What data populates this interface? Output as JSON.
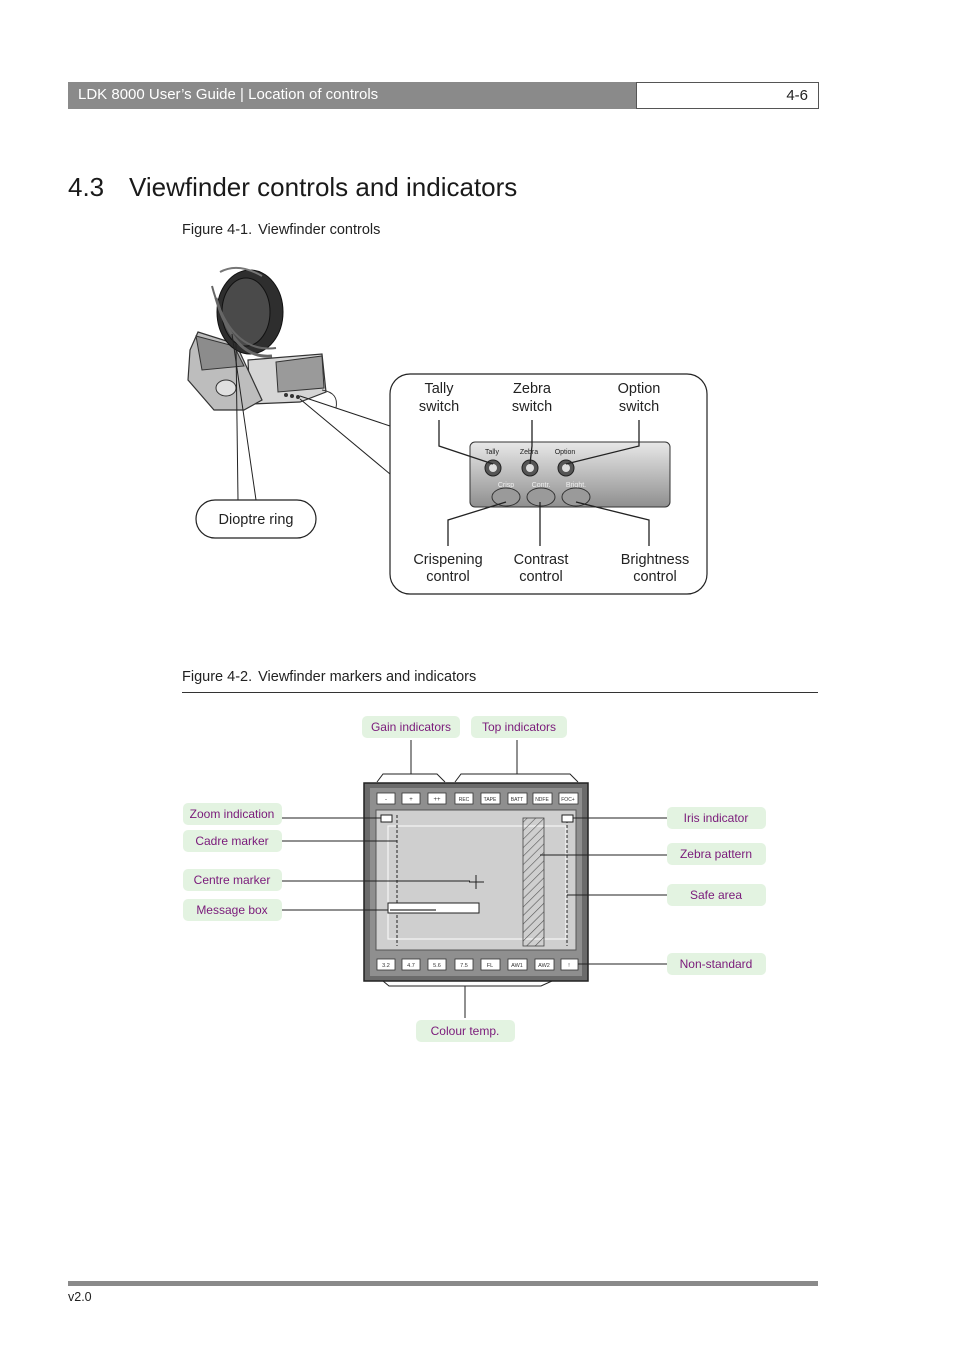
{
  "header": {
    "title": "LDK 8000 User’s Guide | Location of controls",
    "page": "4-6"
  },
  "section": {
    "number": "4.3",
    "title": "Viewfinder controls and indicators"
  },
  "figure1": {
    "label": "Figure 4-1.",
    "caption": "Viewfinder controls",
    "callouts": {
      "tally_1": "Tally",
      "tally_2": "switch",
      "zebra_1": "Zebra",
      "zebra_2": "switch",
      "option_1": "Option",
      "option_2": "switch",
      "crisp_1": "Crispening",
      "crisp_2": "control",
      "contrast_1": "Contrast",
      "contrast_2": "control",
      "bright_1": "Brightness",
      "bright_2": "control",
      "dioptre": "Dioptre ring"
    },
    "panel": {
      "tally": "Tally",
      "zebra": "Zebra",
      "option": "Option",
      "crisp": "Crisp",
      "contr": "Contr.",
      "bright": "Bright."
    }
  },
  "figure2": {
    "label": "Figure 4-2.",
    "caption": "Viewfinder markers and indicators",
    "labels": {
      "gain": "Gain indicators",
      "top": "Top indicators",
      "zoom": "Zoom indication",
      "cadre": "Cadre marker",
      "centre": "Centre marker",
      "message": "Message box",
      "iris": "Iris indicator",
      "zebra": "Zebra pattern",
      "safe": "Safe area",
      "nonstd": "Non-standard",
      "colour": "Colour temp."
    },
    "top_indicators": [
      "-",
      "+",
      "++",
      "REC",
      "TAPE",
      "BATT",
      "NDFE",
      "FOC+"
    ],
    "bottom_indicators": [
      "3.2",
      "4.7",
      "5.6",
      "7.5",
      "FL",
      "AW1",
      "AW2",
      "!"
    ],
    "colors": {
      "label_bg": "#e3f3e1",
      "label_text": "#7a1a7a"
    }
  },
  "footer": {
    "version": "v2.0"
  }
}
